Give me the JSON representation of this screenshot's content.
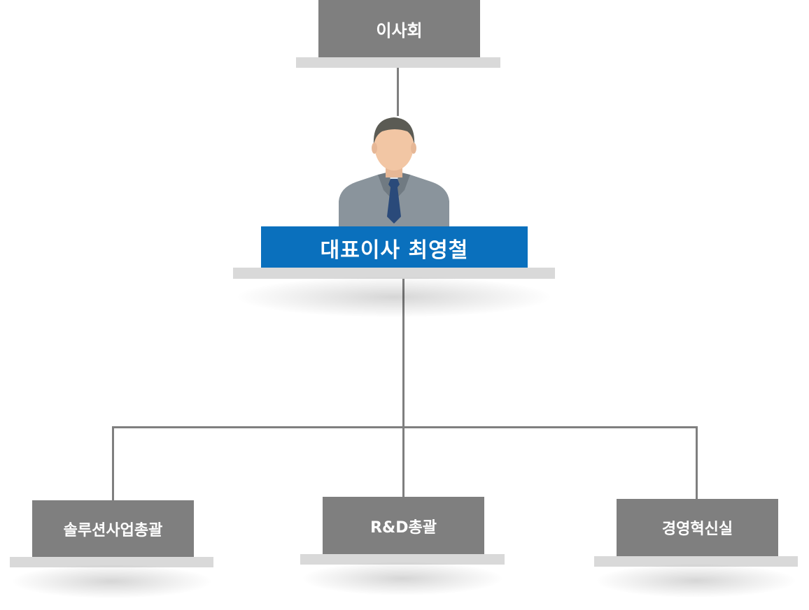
{
  "board": {
    "label": "이사회"
  },
  "ceo": {
    "label": "대표이사 최영철"
  },
  "divisions": [
    {
      "label": "솔루션사업총괄"
    },
    {
      "label": "R&D총괄"
    },
    {
      "label": "경영혁신실"
    }
  ],
  "colors": {
    "node_fill": "#7f7f7f",
    "ceo_fill": "#0a70bd",
    "shelf": "#d9d9d9",
    "connector": "#7f7f7f"
  },
  "icons": {
    "ceo_portrait": "businessman-icon"
  }
}
